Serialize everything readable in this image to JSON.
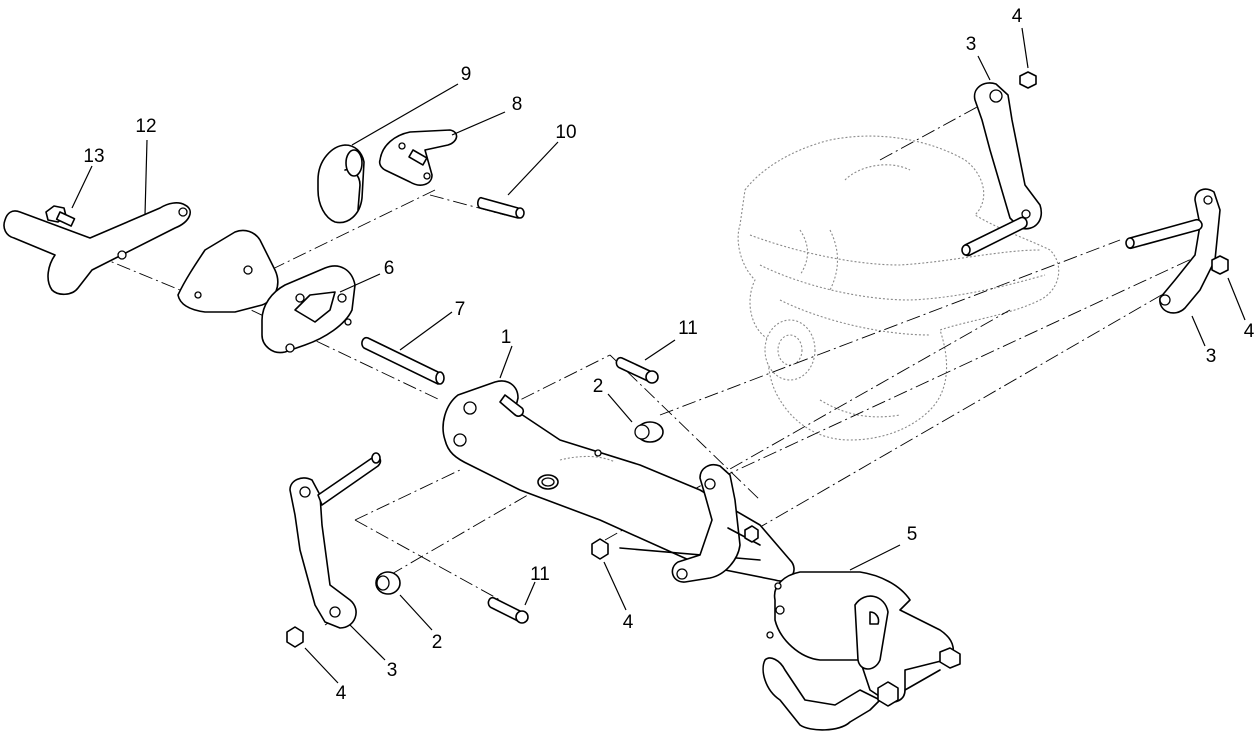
{
  "callouts": [
    {
      "id": "c1",
      "label": "1"
    },
    {
      "id": "c2a",
      "label": "2"
    },
    {
      "id": "c2b",
      "label": "2"
    },
    {
      "id": "c3a",
      "label": "3"
    },
    {
      "id": "c3b",
      "label": "3"
    },
    {
      "id": "c3c",
      "label": "3"
    },
    {
      "id": "c4a",
      "label": "4"
    },
    {
      "id": "c4b",
      "label": "4"
    },
    {
      "id": "c4c",
      "label": "4"
    },
    {
      "id": "c4d",
      "label": "4"
    },
    {
      "id": "c5",
      "label": "5"
    },
    {
      "id": "c6",
      "label": "6"
    },
    {
      "id": "c7",
      "label": "7"
    },
    {
      "id": "c8",
      "label": "8"
    },
    {
      "id": "c9",
      "label": "9"
    },
    {
      "id": "c10",
      "label": "10"
    },
    {
      "id": "c11a",
      "label": "11"
    },
    {
      "id": "c11b",
      "label": "11"
    },
    {
      "id": "c12",
      "label": "12"
    },
    {
      "id": "c13",
      "label": "13"
    }
  ]
}
